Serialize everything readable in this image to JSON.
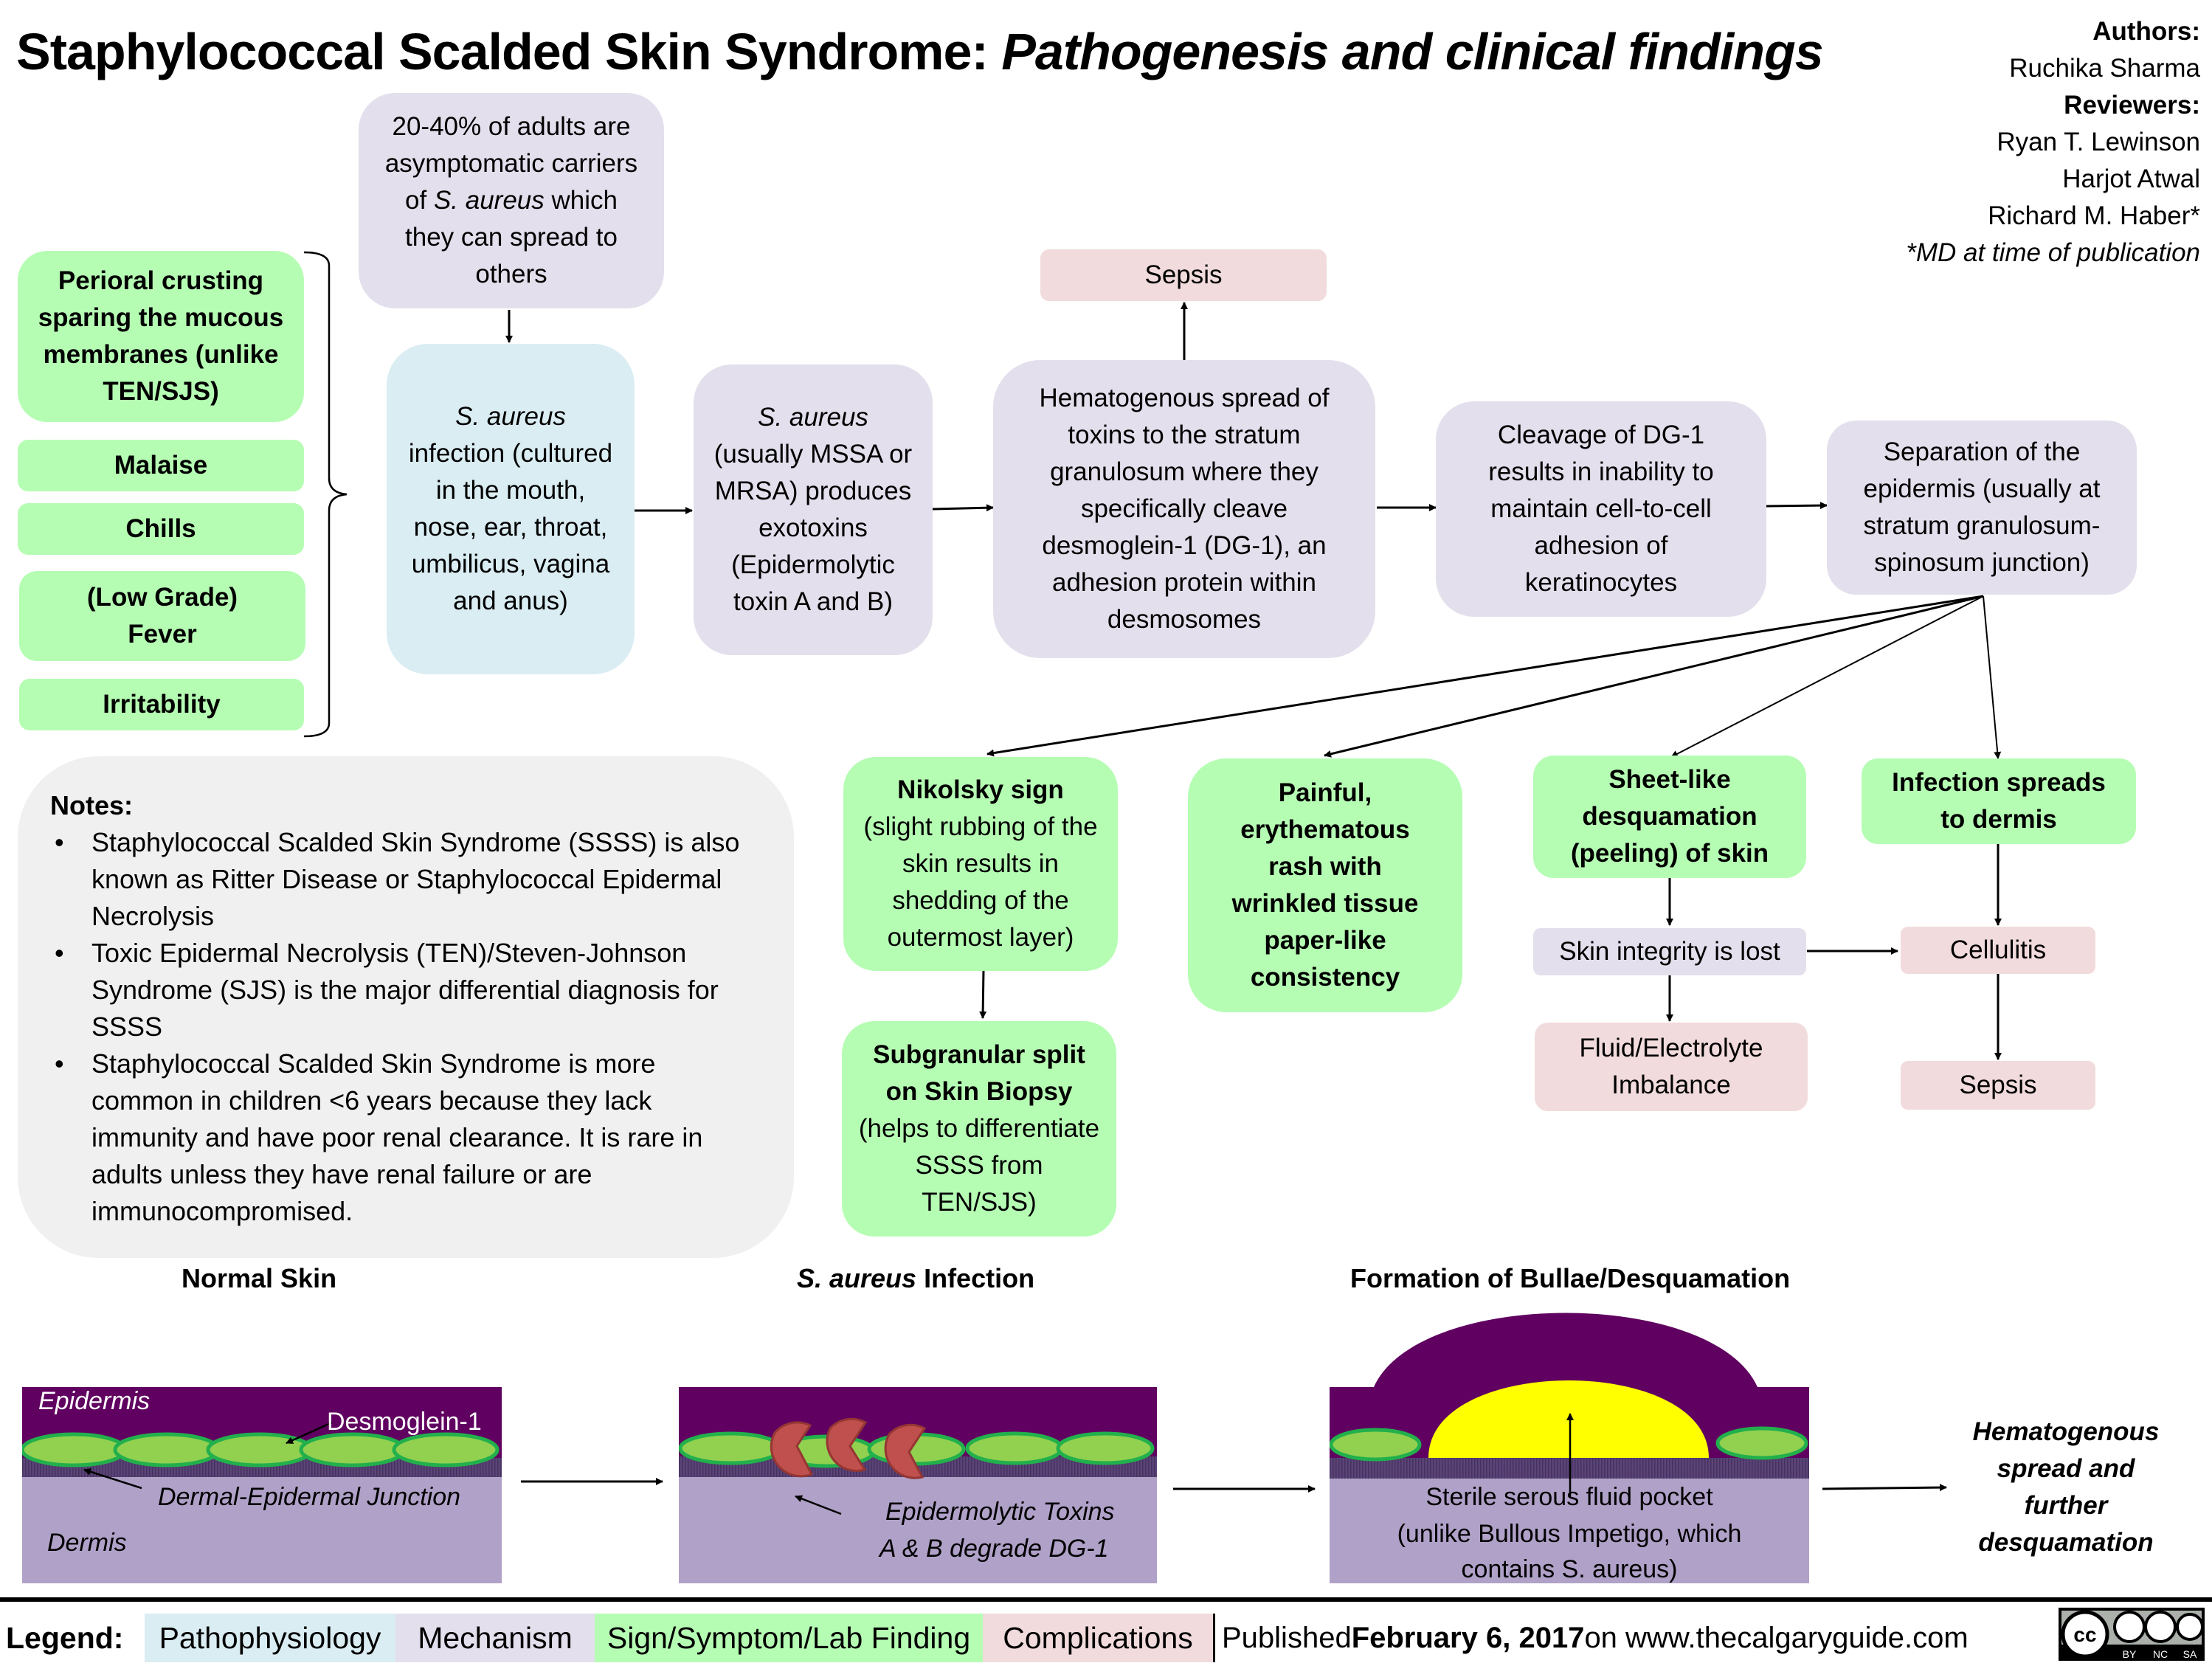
{
  "title": {
    "main": "Staphylococcal Scalded Skin Syndrome:",
    "italic": "Pathogenesis and clinical findings"
  },
  "credits": {
    "authors_label": "Authors:",
    "authors": [
      "Ruchika Sharma"
    ],
    "reviewers_label": "Reviewers:",
    "reviewers": [
      "Ryan T. Lewinson",
      "Harjot Atwal",
      "Richard M. Haber*"
    ],
    "footnote": "*MD at time of publication"
  },
  "symptoms": [
    {
      "text": "Perioral crusting sparing the mucous membranes (unlike TEN/SJS)"
    },
    {
      "text": "Malaise"
    },
    {
      "text": "Chills"
    },
    {
      "text": "(Low Grade) Fever"
    },
    {
      "text": "Irritability"
    }
  ],
  "nodes": {
    "carriers": {
      "pre": "20-40% of adults are asymptomatic carriers of ",
      "em": "S. aureus",
      "post": " which they can spread to others"
    },
    "infection": {
      "em": "S. aureus",
      "post": "infection (cultured in the mouth, nose, ear, throat, umbilicus, vagina and anus)"
    },
    "exotoxins": {
      "em": "S. aureus",
      "post": "(usually MSSA or MRSA) produces exotoxins (Epidermolytic toxin A and B)"
    },
    "sepsis_top": "Sepsis",
    "hematogenous": "Hematogenous spread of toxins to the stratum granulosum where they specifically cleave desmoglein-1 (DG-1), an adhesion protein within desmosomes",
    "cleavage": "Cleavage of DG-1 results in inability to maintain cell-to-cell adhesion of keratinocytes",
    "separation": "Separation of the epidermis (usually at stratum granulosum-spinosum junction)",
    "nikolsky": {
      "bold": "Nikolsky sign",
      "rest": "(slight rubbing of the skin results in shedding of the outermost layer)"
    },
    "subgranular": {
      "bold": "Subgranular split on Skin Biopsy",
      "rest": "(helps to differentiate SSSS from TEN/SJS)"
    },
    "rash": "Painful, erythematous rash with wrinkled tissue paper-like consistency",
    "sheet": "Sheet-like desquamation (peeling) of skin",
    "dermis": "Infection spreads to dermis",
    "integrity": "Skin integrity is lost",
    "cellulitis": "Cellulitis",
    "fluid": "Fluid/Electrolyte Imbalance",
    "sepsis_bottom": "Sepsis"
  },
  "notes": {
    "heading": "Notes:",
    "items": [
      "Staphylococcal Scalded Skin Syndrome (SSSS) is also known as Ritter Disease or Staphylococcal Epidermal Necrolysis",
      "Toxic Epidermal Necrolysis (TEN)/Steven-Johnson Syndrome (SJS) is the major differential diagnosis for SSSS",
      "Staphylococcal Scalded Skin Syndrome is more common in children <6 years because they lack immunity and have poor renal clearance. It is rare in adults unless they have renal failure or are immunocompromised."
    ]
  },
  "illustrations": {
    "normal": {
      "caption": "Normal Skin",
      "epidermis": "Epidermis",
      "desmoglein": "Desmoglein-1",
      "junction": "Dermal-Epidermal Junction",
      "dermis": "Dermis"
    },
    "infection": {
      "caption_em": "S. aureus",
      "caption_rest": " Infection",
      "toxins_1": "Epidermolytic Toxins",
      "toxins_2": "A & B degrade DG-1"
    },
    "bullae": {
      "caption": "Formation of Bullae/Desquamation",
      "fluid_1": "Sterile serous fluid pocket",
      "fluid_2": "(unlike Bullous Impetigo, which",
      "fluid_3": "contains S. aureus)"
    },
    "outcome": {
      "line1": "Hematogenous",
      "line2": "spread and",
      "line3": "further",
      "line4": "desquamation"
    }
  },
  "legend": {
    "label": "Legend:",
    "items": [
      {
        "label": "Pathophysiology",
        "color": "#daedf3"
      },
      {
        "label": "Mechanism",
        "color": "#e3dfec"
      },
      {
        "label": "Sign/Symptom/Lab Finding",
        "color": "#b6fdb4"
      },
      {
        "label": "Complications",
        "color": "#f1dbdc"
      }
    ],
    "published_pre": "Published ",
    "published_date": "February 6, 2017",
    "published_post": " on www.thecalgaryguide.com",
    "license": {
      "cc": "cc",
      "labels": [
        "BY",
        "NC",
        "SA"
      ]
    }
  },
  "colors": {
    "epidermis": "#600060",
    "dermis": "#b0a1c8",
    "junction": "#5a4478",
    "desmoglein_fill": "#92d050",
    "desmoglein_stroke": "#22b04c",
    "toxin": "#c0504d",
    "blister": "#ffff00"
  }
}
